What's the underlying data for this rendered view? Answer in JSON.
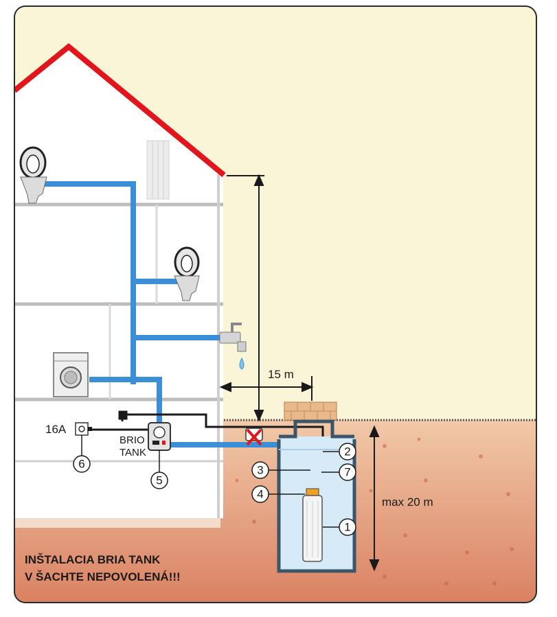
{
  "colors": {
    "sky": "#fbf5d8",
    "soil_top": "#f1c9a9",
    "soil_bottom": "#d87b5c",
    "roof": "#e2141c",
    "pipe": "#3a8fd6",
    "water": "#d6ebf7",
    "frame": "#2b2b2b"
  },
  "labels": {
    "distance": "15 m",
    "depth": "max 20 m",
    "fuse": "16A",
    "device_line1": "BRIO",
    "device_line2": "TANK"
  },
  "callouts": [
    "1",
    "2",
    "3",
    "4",
    "5",
    "6",
    "7"
  ],
  "warning": {
    "line1": "INŠTALACIA BRIA TANK",
    "line2": "V ŠACHTE NEPOVOLENÁ!!!"
  },
  "icons": [
    "toilet-icon",
    "toilet-icon",
    "washing-machine-icon",
    "faucet-icon",
    "water-drop-icon",
    "socket-icon",
    "brio-tank-icon",
    "submersible-pump-icon",
    "crossed-out-icon"
  ]
}
